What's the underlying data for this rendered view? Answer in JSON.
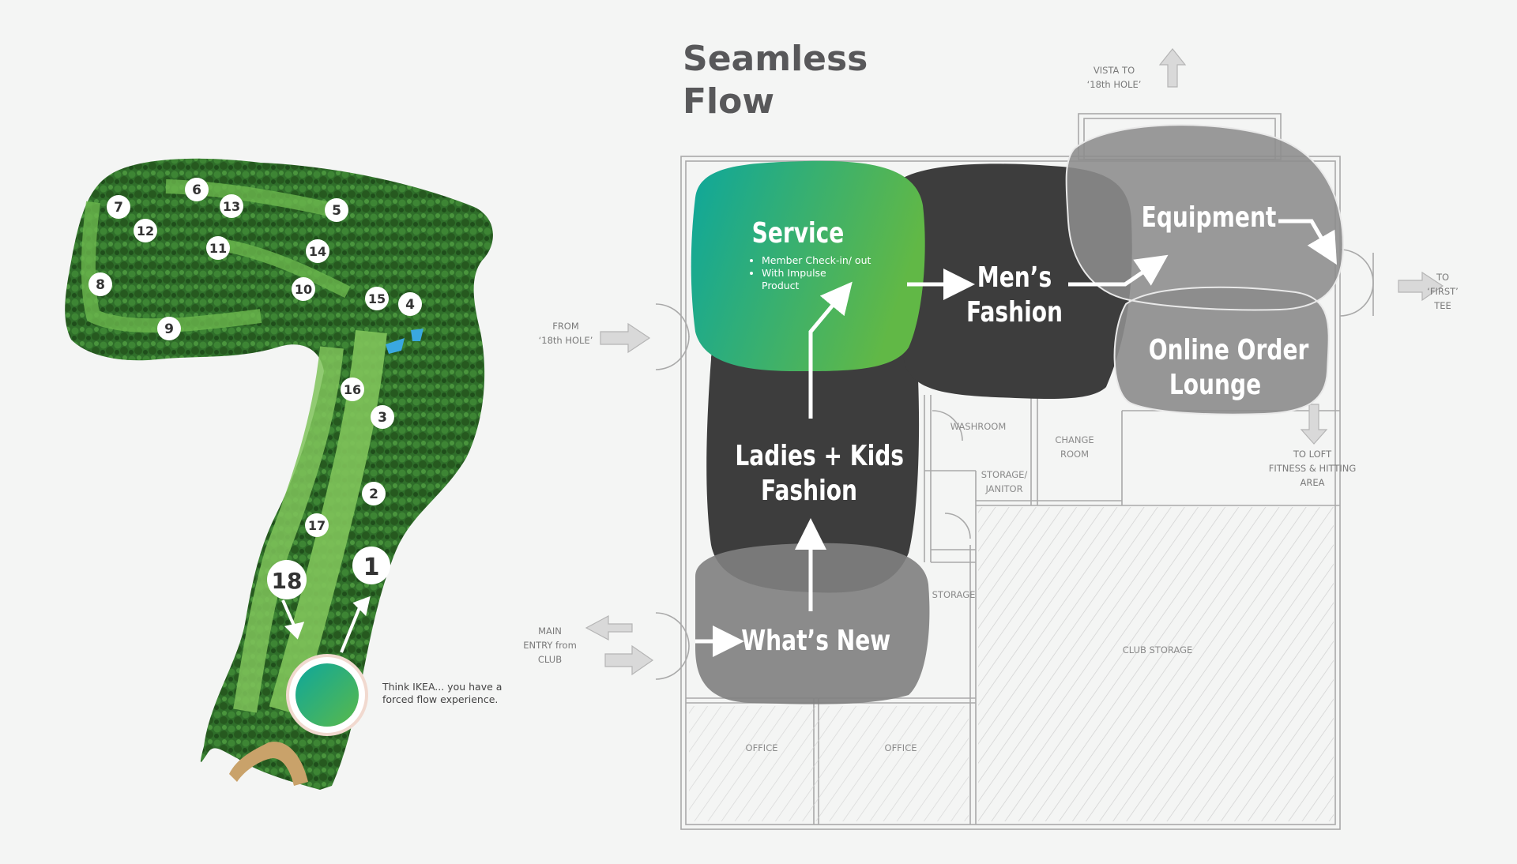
{
  "title": {
    "line1": "Seamless",
    "line2": "Flow"
  },
  "course": {
    "holes": [
      "1",
      "2",
      "3",
      "4",
      "5",
      "6",
      "7",
      "8",
      "9",
      "10",
      "11",
      "12",
      "13",
      "14",
      "15",
      "16",
      "17",
      "18"
    ],
    "note": "Think IKEA... you have a forced flow experience."
  },
  "zones": {
    "service": {
      "title": "Service",
      "items": [
        "Member Check-in/ out",
        "With Impulse Product"
      ],
      "color": "#1aab9b"
    },
    "mens": {
      "title_line1": "Men’s",
      "title_line2": "Fashion"
    },
    "ladies": {
      "title_line1": "Ladies + Kids",
      "title_line2": "Fashion"
    },
    "whats_new": {
      "title": "What’s New"
    },
    "equipment": {
      "title": "Equipment"
    },
    "online": {
      "title_line1": "Online Order",
      "title_line2": "Lounge"
    }
  },
  "labels": {
    "vista_line1": "VISTA TO",
    "vista_line2": "‘18th HOLE’",
    "from_line1": "FROM",
    "from_line2": "‘18th HOLE’",
    "entry_line1": "MAIN",
    "entry_line2": "ENTRY from",
    "entry_line3": "CLUB",
    "first_tee_line1": "TO",
    "first_tee_line2": "‘FIRST’",
    "first_tee_line3": "TEE",
    "loft_line1": "TO LOFT",
    "loft_line2": "FITNESS & HITTING",
    "loft_line3": "AREA"
  },
  "rooms": {
    "washroom": "WASHROOM",
    "change_line1": "CHANGE",
    "change_line2": "ROOM",
    "storage_janitor_line1": "STORAGE/",
    "storage_janitor_line2": "JANITOR",
    "storage": "STORAGE",
    "club_storage": "CLUB STORAGE",
    "office1": "OFFICE",
    "office2": "OFFICE"
  }
}
